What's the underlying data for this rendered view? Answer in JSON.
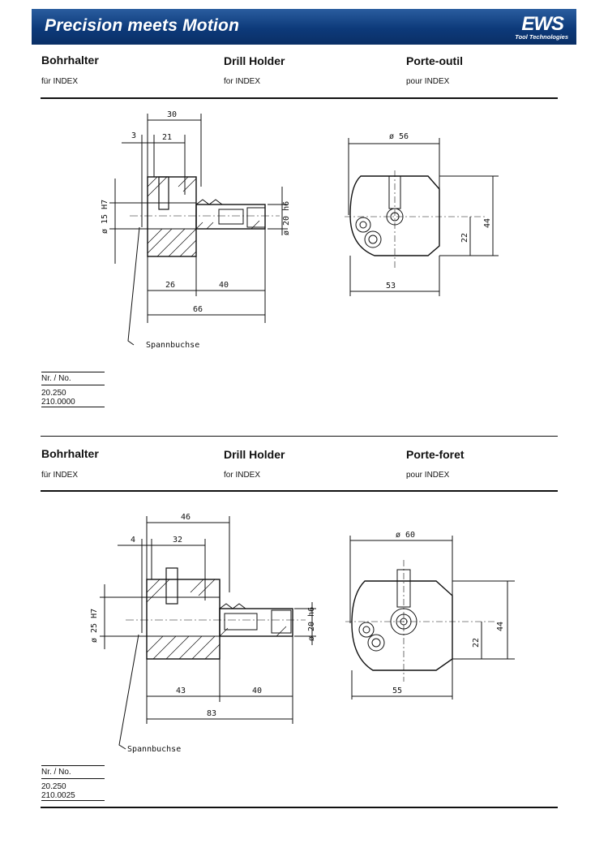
{
  "banner": {
    "title": "Precision meets Motion",
    "logo_main": "EWS",
    "logo_sub": "Tool Technologies"
  },
  "sections": [
    {
      "headings": {
        "de": "Bohrhalter",
        "en": "Drill Holder",
        "fr": "Porte-outil"
      },
      "subs": {
        "de": "für INDEX",
        "en": "for INDEX",
        "fr": "pour INDEX"
      },
      "table": {
        "header": "Nr. / No.",
        "rows": [
          "20.250",
          "210.0000"
        ]
      },
      "dims": {
        "overall_top": "30",
        "left_small": "3",
        "inner": "21",
        "bore": "ø 15 H7",
        "shank": "ø 20 h6",
        "bottom_a": "26",
        "bottom_b": "40",
        "total": "66",
        "callout": "Spannbuchse",
        "front_width": "ø 56",
        "front_height": "44",
        "front_center": "22",
        "front_bottom": "53"
      }
    },
    {
      "headings": {
        "de": "Bohrhalter",
        "en": "Drill Holder",
        "fr": "Porte-foret"
      },
      "subs": {
        "de": "für INDEX",
        "en": "for INDEX",
        "fr": "pour INDEX"
      },
      "table": {
        "header": "Nr. / No.",
        "rows": [
          "20.250",
          "210.0025"
        ]
      },
      "dims": {
        "overall_top": "46",
        "left_small": "4",
        "inner": "32",
        "bore": "ø 25 H7",
        "shank": "ø 20 h6",
        "bottom_a": "43",
        "bottom_b": "40",
        "total": "83",
        "callout": "Spannbuchse",
        "front_width": "ø 60",
        "front_height": "44",
        "front_center": "22",
        "front_bottom": "55"
      }
    }
  ]
}
